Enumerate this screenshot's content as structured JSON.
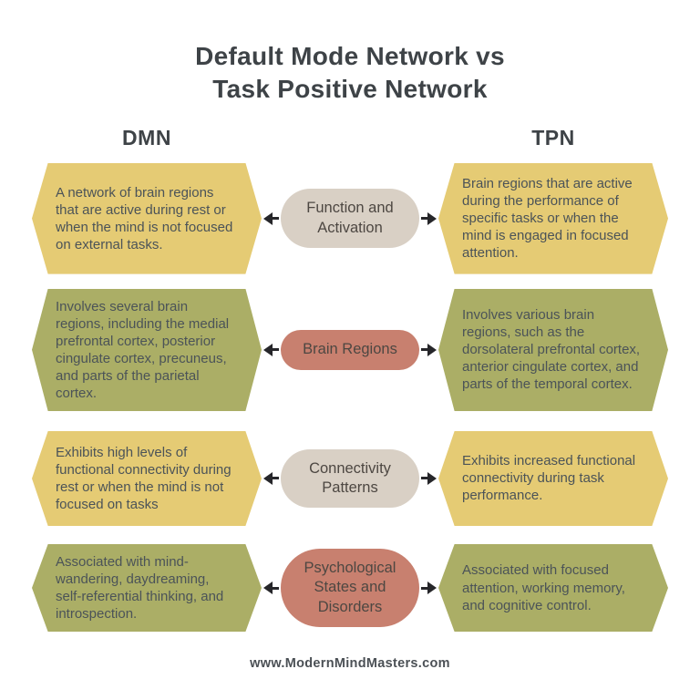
{
  "title": {
    "line1": "Default Mode Network vs",
    "line2": "Task Positive Network"
  },
  "columns": {
    "left_label": "DMN",
    "right_label": "TPN"
  },
  "rows": [
    {
      "category": "Function and Activation",
      "dmn": "A network of brain regions that are active during rest or when the mind is not focused on external tasks.",
      "tpn": "Brain regions that are active during the performance of specific tasks or when the mind is engaged in focused attention.",
      "box_color": "#e5cb74",
      "pill_color": "#d9d0c5"
    },
    {
      "category": "Brain Regions",
      "dmn": "Involves several brain regions, including the medial prefrontal cortex, posterior cingulate cortex, precuneus, and parts of the parietal cortex.",
      "tpn": "Involves various brain regions, such as the dorsolateral prefrontal cortex, anterior cingulate cortex, and parts of the temporal cortex.",
      "box_color": "#abae66",
      "pill_color": "#c8806f"
    },
    {
      "category": "Connectivity Patterns",
      "dmn": "Exhibits high levels of functional connectivity during rest or when the mind is not focused on tasks",
      "tpn": "Exhibits increased functional connectivity during task performance.",
      "box_color": "#e5cb74",
      "pill_color": "#d9d0c5"
    },
    {
      "category": "Psychological States and Disorders",
      "dmn": "Associated with mind-wandering, daydreaming, self-referential thinking, and introspection.",
      "tpn": "Associated with focused attention, working memory, and cognitive control.",
      "box_color": "#abae66",
      "pill_color": "#c8806f"
    }
  ],
  "footer": "www.ModernMindMasters.com",
  "colors": {
    "background": "#ffffff",
    "title_text": "#3e4347",
    "body_text": "#4b5358",
    "arrow": "#26262a",
    "yellow_box": "#e5cb74",
    "olive_box": "#abae66",
    "beige_pill": "#d9d0c5",
    "salmon_pill": "#c8806f"
  }
}
